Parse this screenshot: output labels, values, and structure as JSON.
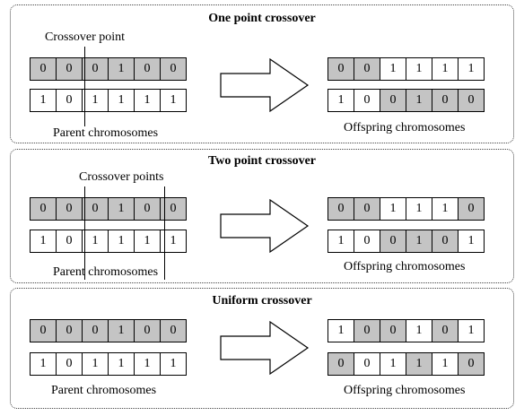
{
  "panels": [
    {
      "title": "One point crossover",
      "top_label": "Crossover point",
      "parent_label": "Parent chromosomes",
      "offspring_label": "Offspring chromosomes",
      "parents": [
        {
          "values": [
            "0",
            "0",
            "0",
            "1",
            "0",
            "0"
          ],
          "shaded": [
            true,
            true,
            true,
            true,
            true,
            true
          ]
        },
        {
          "values": [
            "1",
            "0",
            "1",
            "1",
            "1",
            "1"
          ],
          "shaded": [
            false,
            false,
            false,
            false,
            false,
            false
          ]
        }
      ],
      "offspring": [
        {
          "values": [
            "0",
            "0",
            "1",
            "1",
            "1",
            "1"
          ],
          "shaded": [
            true,
            true,
            false,
            false,
            false,
            false
          ]
        },
        {
          "values": [
            "1",
            "0",
            "0",
            "1",
            "0",
            "0"
          ],
          "shaded": [
            false,
            false,
            true,
            true,
            true,
            true
          ]
        }
      ]
    },
    {
      "title": "Two point crossover",
      "top_label": "Crossover points",
      "parent_label": "Parent chromosomes",
      "offspring_label": "Offspring chromosomes",
      "parents": [
        {
          "values": [
            "0",
            "0",
            "0",
            "1",
            "0",
            "0"
          ],
          "shaded": [
            true,
            true,
            true,
            true,
            true,
            true
          ]
        },
        {
          "values": [
            "1",
            "0",
            "1",
            "1",
            "1",
            "1"
          ],
          "shaded": [
            false,
            false,
            false,
            false,
            false,
            false
          ]
        }
      ],
      "offspring": [
        {
          "values": [
            "0",
            "0",
            "1",
            "1",
            "1",
            "0"
          ],
          "shaded": [
            true,
            true,
            false,
            false,
            false,
            true
          ]
        },
        {
          "values": [
            "1",
            "0",
            "0",
            "1",
            "0",
            "1"
          ],
          "shaded": [
            false,
            false,
            true,
            true,
            true,
            false
          ]
        }
      ]
    },
    {
      "title": "Uniform crossover",
      "top_label": "",
      "parent_label": "Parent chromosomes",
      "offspring_label": "Offspring chromosomes",
      "parents": [
        {
          "values": [
            "0",
            "0",
            "0",
            "1",
            "0",
            "0"
          ],
          "shaded": [
            true,
            true,
            true,
            true,
            true,
            true
          ]
        },
        {
          "values": [
            "1",
            "0",
            "1",
            "1",
            "1",
            "1"
          ],
          "shaded": [
            false,
            false,
            false,
            false,
            false,
            false
          ]
        }
      ],
      "offspring": [
        {
          "values": [
            "1",
            "0",
            "0",
            "1",
            "0",
            "1"
          ],
          "shaded": [
            false,
            true,
            true,
            false,
            true,
            false
          ]
        },
        {
          "values": [
            "0",
            "0",
            "1",
            "1",
            "1",
            "0"
          ],
          "shaded": [
            true,
            false,
            false,
            true,
            false,
            true
          ]
        }
      ]
    }
  ]
}
